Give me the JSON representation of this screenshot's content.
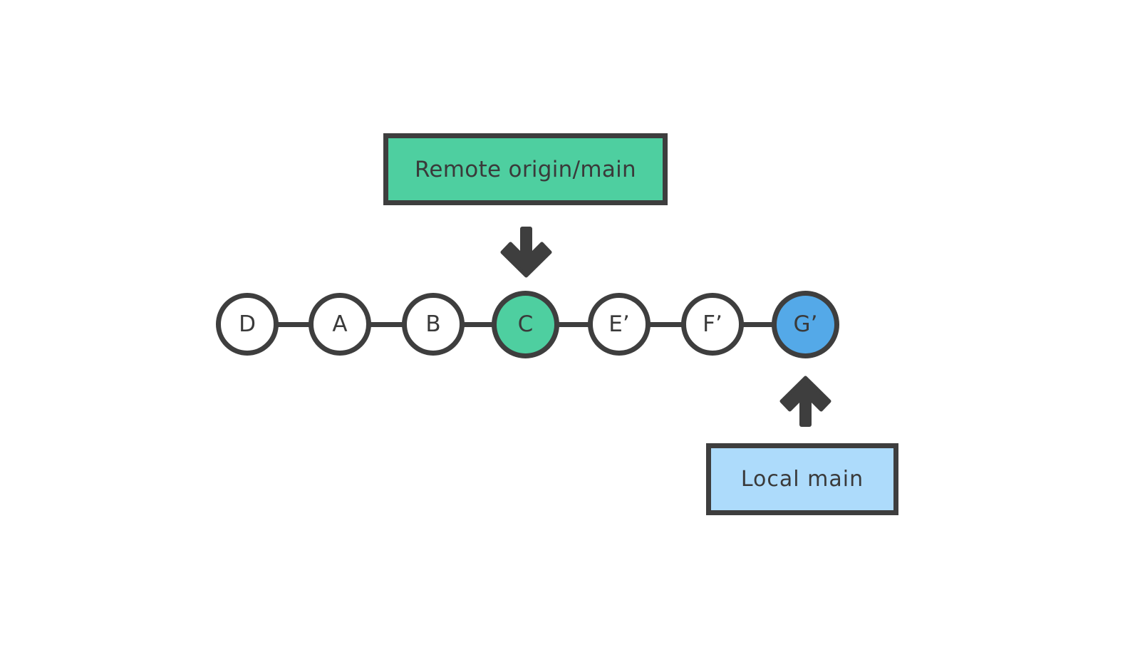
{
  "diagram": {
    "title_hidden": "",
    "background_color": "#ffffff",
    "stroke_color": "#3E3E3E",
    "text_color": "#3A3A3A"
  },
  "remote_label": {
    "text": "Remote origin/main",
    "fill_color": "#4ECFA0",
    "border_color": "#3E3E3E"
  },
  "local_label": {
    "text": "Local main",
    "fill_color": "#ADDBFB",
    "border_color": "#3E3E3E"
  },
  "commits": [
    {
      "label": "D",
      "fill": "white",
      "fill_color": "#FFFFFF"
    },
    {
      "label": "A",
      "fill": "white",
      "fill_color": "#FFFFFF"
    },
    {
      "label": "B",
      "fill": "white",
      "fill_color": "#FFFFFF"
    },
    {
      "label": "C",
      "fill": "green",
      "fill_color": "#4ECFA0"
    },
    {
      "label": "E’",
      "fill": "white",
      "fill_color": "#FFFFFF"
    },
    {
      "label": "F’",
      "fill": "white",
      "fill_color": "#FFFFFF"
    },
    {
      "label": "G’",
      "fill": "blue",
      "fill_color": "#54A9E8"
    }
  ],
  "arrows": [
    {
      "name": "remote-to-c",
      "direction": "down",
      "from": "Remote origin/main",
      "to": "C"
    },
    {
      "name": "local-to-g",
      "direction": "up",
      "from": "Local main",
      "to": "G’"
    }
  ]
}
